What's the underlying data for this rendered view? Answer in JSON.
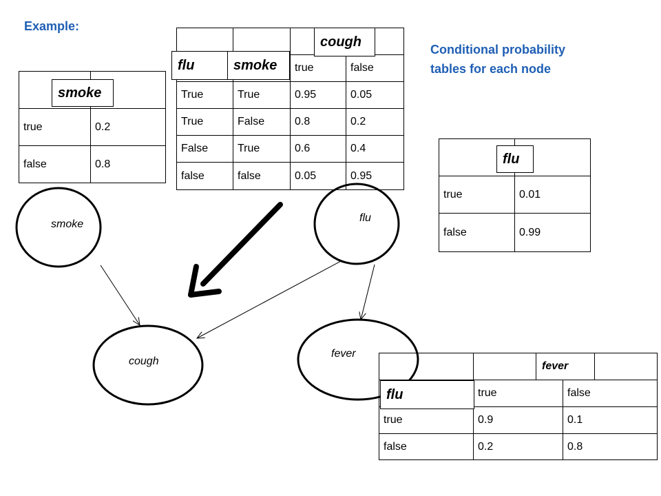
{
  "example_label": "Example:",
  "side_note": [
    "Conditional probability",
    "tables for each node"
  ],
  "nodes": {
    "smoke": "smoke",
    "flu": "flu",
    "cough": "cough",
    "fever": "fever"
  },
  "tables": {
    "smoke": {
      "label": "smoke",
      "rows": [
        [
          "true",
          "0.2"
        ],
        [
          "false",
          "0.8"
        ]
      ]
    },
    "cough": {
      "label": "cough",
      "parent_labels": [
        "flu",
        "smoke"
      ],
      "header": [
        "true",
        "false"
      ],
      "rows": [
        [
          "True",
          "True",
          "0.95",
          "0.05"
        ],
        [
          "True",
          "False",
          "0.8",
          "0.2"
        ],
        [
          "False",
          "True",
          "0.6",
          "0.4"
        ],
        [
          "false",
          "false",
          "0.05",
          "0.95"
        ]
      ]
    },
    "flu": {
      "label": "flu",
      "rows": [
        [
          "true",
          "0.01"
        ],
        [
          "false",
          "0.99"
        ]
      ]
    },
    "fever": {
      "label": "fever",
      "parent_label": "flu",
      "header": [
        "true",
        "false"
      ],
      "rows": [
        [
          "true",
          "0.9",
          "0.1"
        ],
        [
          "false",
          "0.2",
          "0.8"
        ]
      ]
    }
  }
}
